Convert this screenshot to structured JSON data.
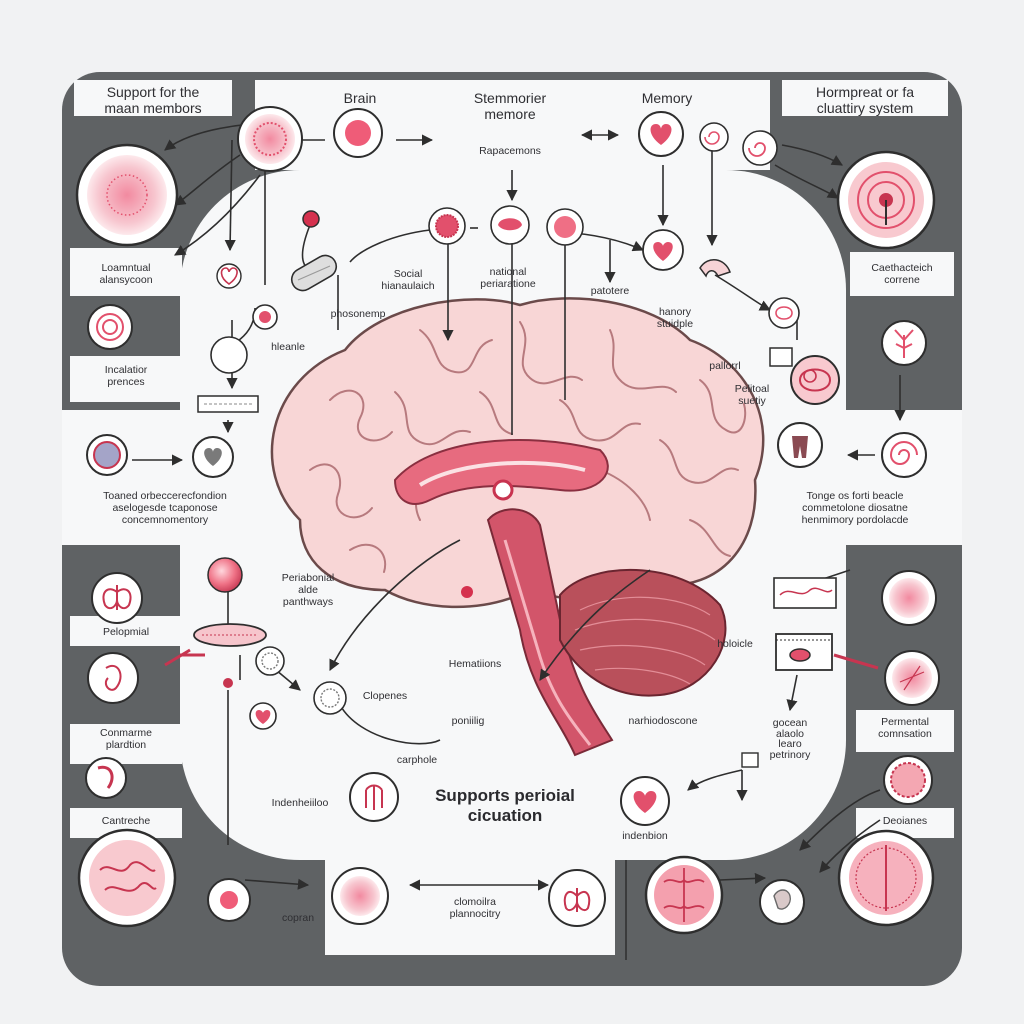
{
  "labels": {
    "top_left_title": "Support for the\nmaan membors",
    "brain": "Brain",
    "top_center_title": "Stemmorier\nmemore",
    "memory_top": "Memory",
    "top_right_title": "Hormpreat or fa\ncluattiry system",
    "repacemons": "Rapacemons",
    "loamntual": "Loamntual\nalansycoon",
    "social": "Social\nhianaulaich",
    "national": "national\nperiaratione",
    "patotere": "patotere",
    "hanory": "hanory\nstuidple",
    "caethacteich": "Caethacteich\ncorrene",
    "phosonemp": "phosonemp",
    "hleanle": "hleanle",
    "incalatior": "Incalatior\nprences",
    "pallorrl": "pallorrl",
    "pelitoal": "Pelitoal\nsuetiy",
    "left_mid_text": "Toaned orbeccerecfondion\naselogesde tcaponose\nconcemnomentory",
    "right_mid_text": "Tonge os forti beacle\ncommetolone diosatne\nhenmimory pordolacde",
    "perbonial": "Periabonial\nalde\npanthways",
    "pelopmial": "Pelopmial",
    "hemations": "Hematiions",
    "holoicle": "holoicle",
    "conmarme": "Conmarme\nplardtion",
    "clopenes": "Clopenes",
    "portifig": "poniilig",
    "narhodoscone": "narhiodoscone",
    "pormental": "Permental\ncomnsation",
    "gocean": "gocean\nalaolo\nlearo\npetrinory",
    "carphole": "carphole",
    "cartfreche": "Cantreche",
    "indenhelea": "Indenheiiloo",
    "center_title": "Supports perioial\ncicuation",
    "indenb": "indenbion",
    "deoianes": "Deoianes",
    "copran": "copran",
    "clomoira": "clomoilra\nplannocitry"
  },
  "colors": {
    "frame": "#5f6264",
    "accent": "#e2506c",
    "accent_light": "#f8c9cf",
    "brain": "#f8d6d6",
    "brainstem": "#c84158",
    "cerebellum": "#b94b55",
    "line": "#2e2e2e"
  },
  "icons": [
    "virus-icon",
    "brain-node-icon",
    "heart-icon",
    "spiral-icon",
    "neuron-icon",
    "target-icon",
    "capsule-icon",
    "cell-icon",
    "organ-icon",
    "stomach-icon",
    "kidney-icon",
    "lungs-icon",
    "monitor-icon",
    "document-icon"
  ]
}
